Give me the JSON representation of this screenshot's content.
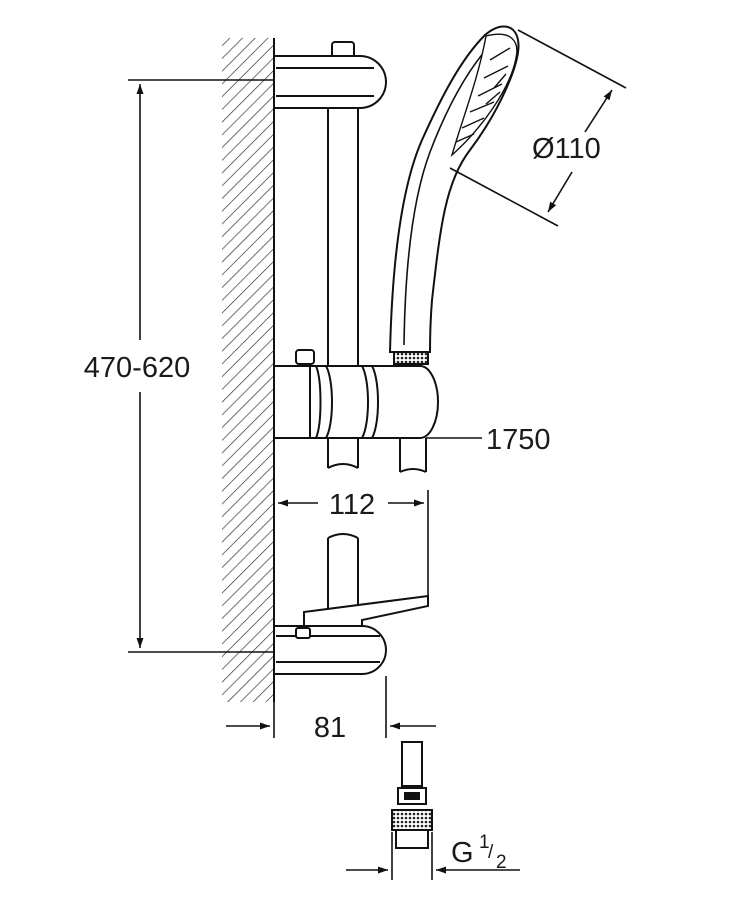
{
  "dimensions": {
    "bar_height": "470-620",
    "head_diameter": "Ø110",
    "hose_length": "1750",
    "holder_projection": "112",
    "bracket_projection": "81",
    "thread_prefix": "G",
    "thread_numerator": "1",
    "thread_denominator": "2"
  }
}
